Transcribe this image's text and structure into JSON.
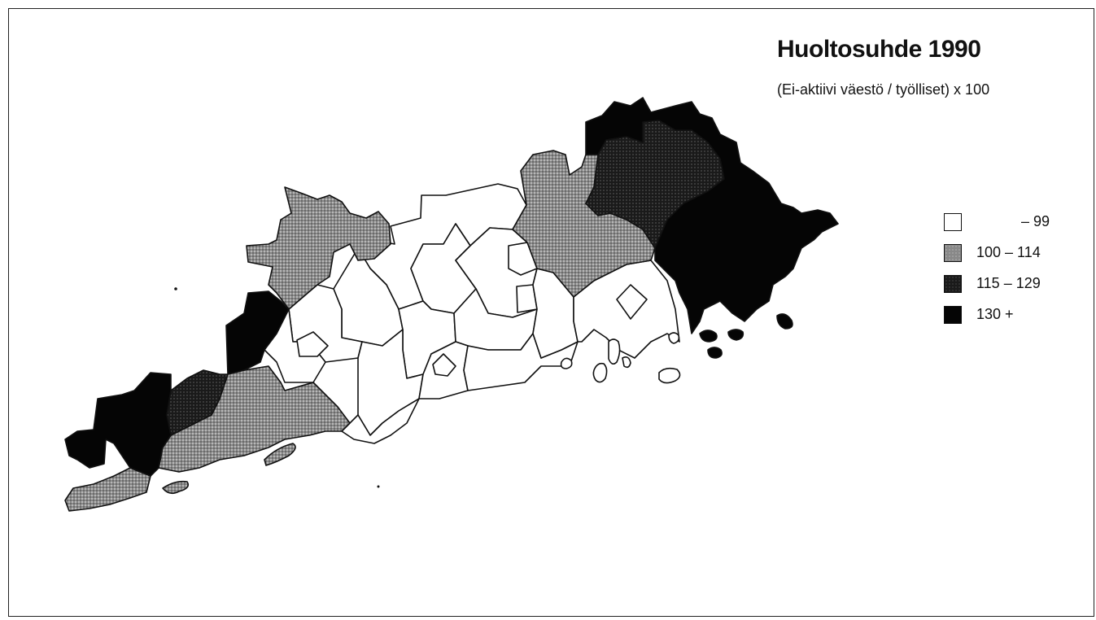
{
  "title": "Huoltosuhde 1990",
  "subtitle": "(Ei-aktiivi väestö / työlliset) x 100",
  "legend": {
    "items": [
      {
        "label": "– 99",
        "color": "#ffffff",
        "pattern": "none",
        "align": "right"
      },
      {
        "label": "100 – 114",
        "color": "#777777",
        "pattern": "dots-light",
        "align": "left"
      },
      {
        "label": "115 – 129",
        "color": "#2a2a2a",
        "pattern": "dots-dark",
        "align": "left"
      },
      {
        "label": "130 +",
        "color": "#050505",
        "pattern": "none",
        "align": "left"
      }
    ]
  },
  "colors": {
    "class_1": "#ffffff",
    "class_2": "#777777",
    "class_3": "#2a2a2a",
    "class_4": "#050505",
    "outline": "#111111"
  }
}
